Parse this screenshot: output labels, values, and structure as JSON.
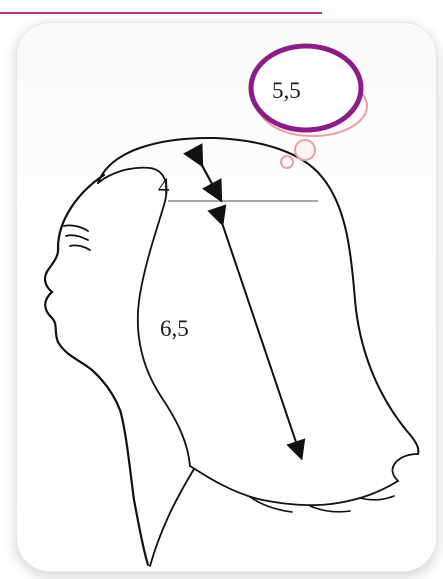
{
  "diagram": {
    "bubble_value": "5,5",
    "top_measure": "4",
    "side_measure": "6,5"
  },
  "colors": {
    "bubble_outline": "#8b1d86",
    "bubble_small_circles": "#e7a0a8",
    "line": "#111111",
    "guide_line": "#8c8c8c",
    "top_bar": "#b0338f"
  }
}
